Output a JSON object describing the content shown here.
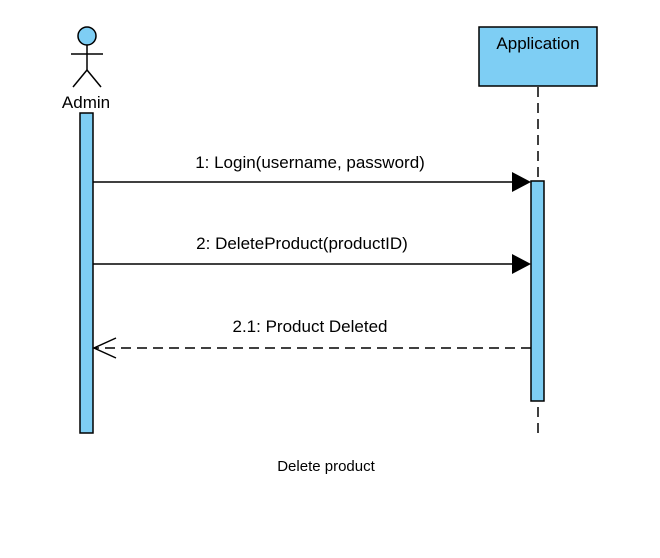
{
  "diagram": {
    "type": "sequence",
    "caption": "Delete product",
    "colors": {
      "fill": "#7ecef4",
      "stroke": "#000000",
      "background": "#ffffff"
    },
    "participants": [
      {
        "id": "admin",
        "kind": "actor",
        "label": "Admin"
      },
      {
        "id": "app",
        "kind": "object",
        "label": "Application"
      }
    ],
    "messages": [
      {
        "id": "m1",
        "label": "1: Login(username, password)",
        "from": "admin",
        "to": "app",
        "style": "synchronous"
      },
      {
        "id": "m2",
        "label": "2: DeleteProduct(productID)",
        "from": "admin",
        "to": "app",
        "style": "synchronous"
      },
      {
        "id": "m3",
        "label": "2.1: Product Deleted",
        "from": "app",
        "to": "admin",
        "style": "return"
      }
    ]
  }
}
